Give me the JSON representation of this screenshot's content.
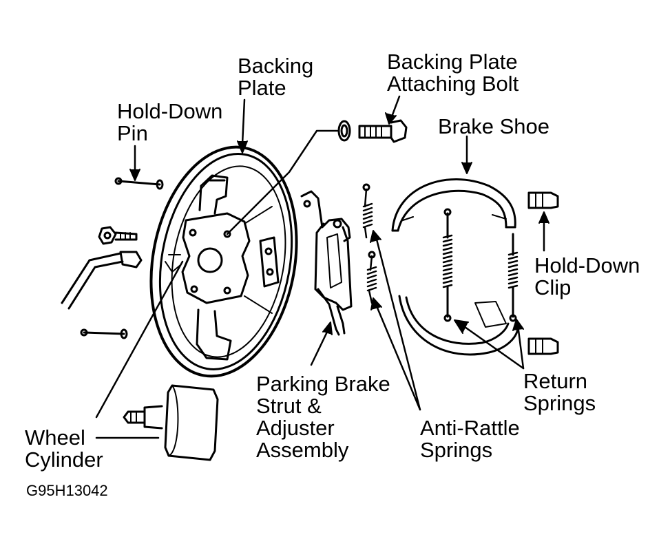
{
  "labels": {
    "backing_plate": [
      "Backing",
      "Plate"
    ],
    "attaching_bolt": [
      "Backing Plate",
      "Attaching Bolt"
    ],
    "hold_down_pin": [
      "Hold-Down",
      "Pin"
    ],
    "brake_shoe": [
      "Brake Shoe"
    ],
    "hold_down_clip": [
      "Hold-Down",
      "Clip"
    ],
    "return_springs": [
      "Return",
      "Springs"
    ],
    "anti_rattle_springs": [
      "Anti-Rattle",
      "Springs"
    ],
    "parking_brake": [
      "Parking Brake",
      "Strut &",
      "Adjuster",
      "Assembly"
    ],
    "wheel_cylinder": [
      "Wheel",
      "Cylinder"
    ]
  },
  "figure_id": "G95H13042"
}
